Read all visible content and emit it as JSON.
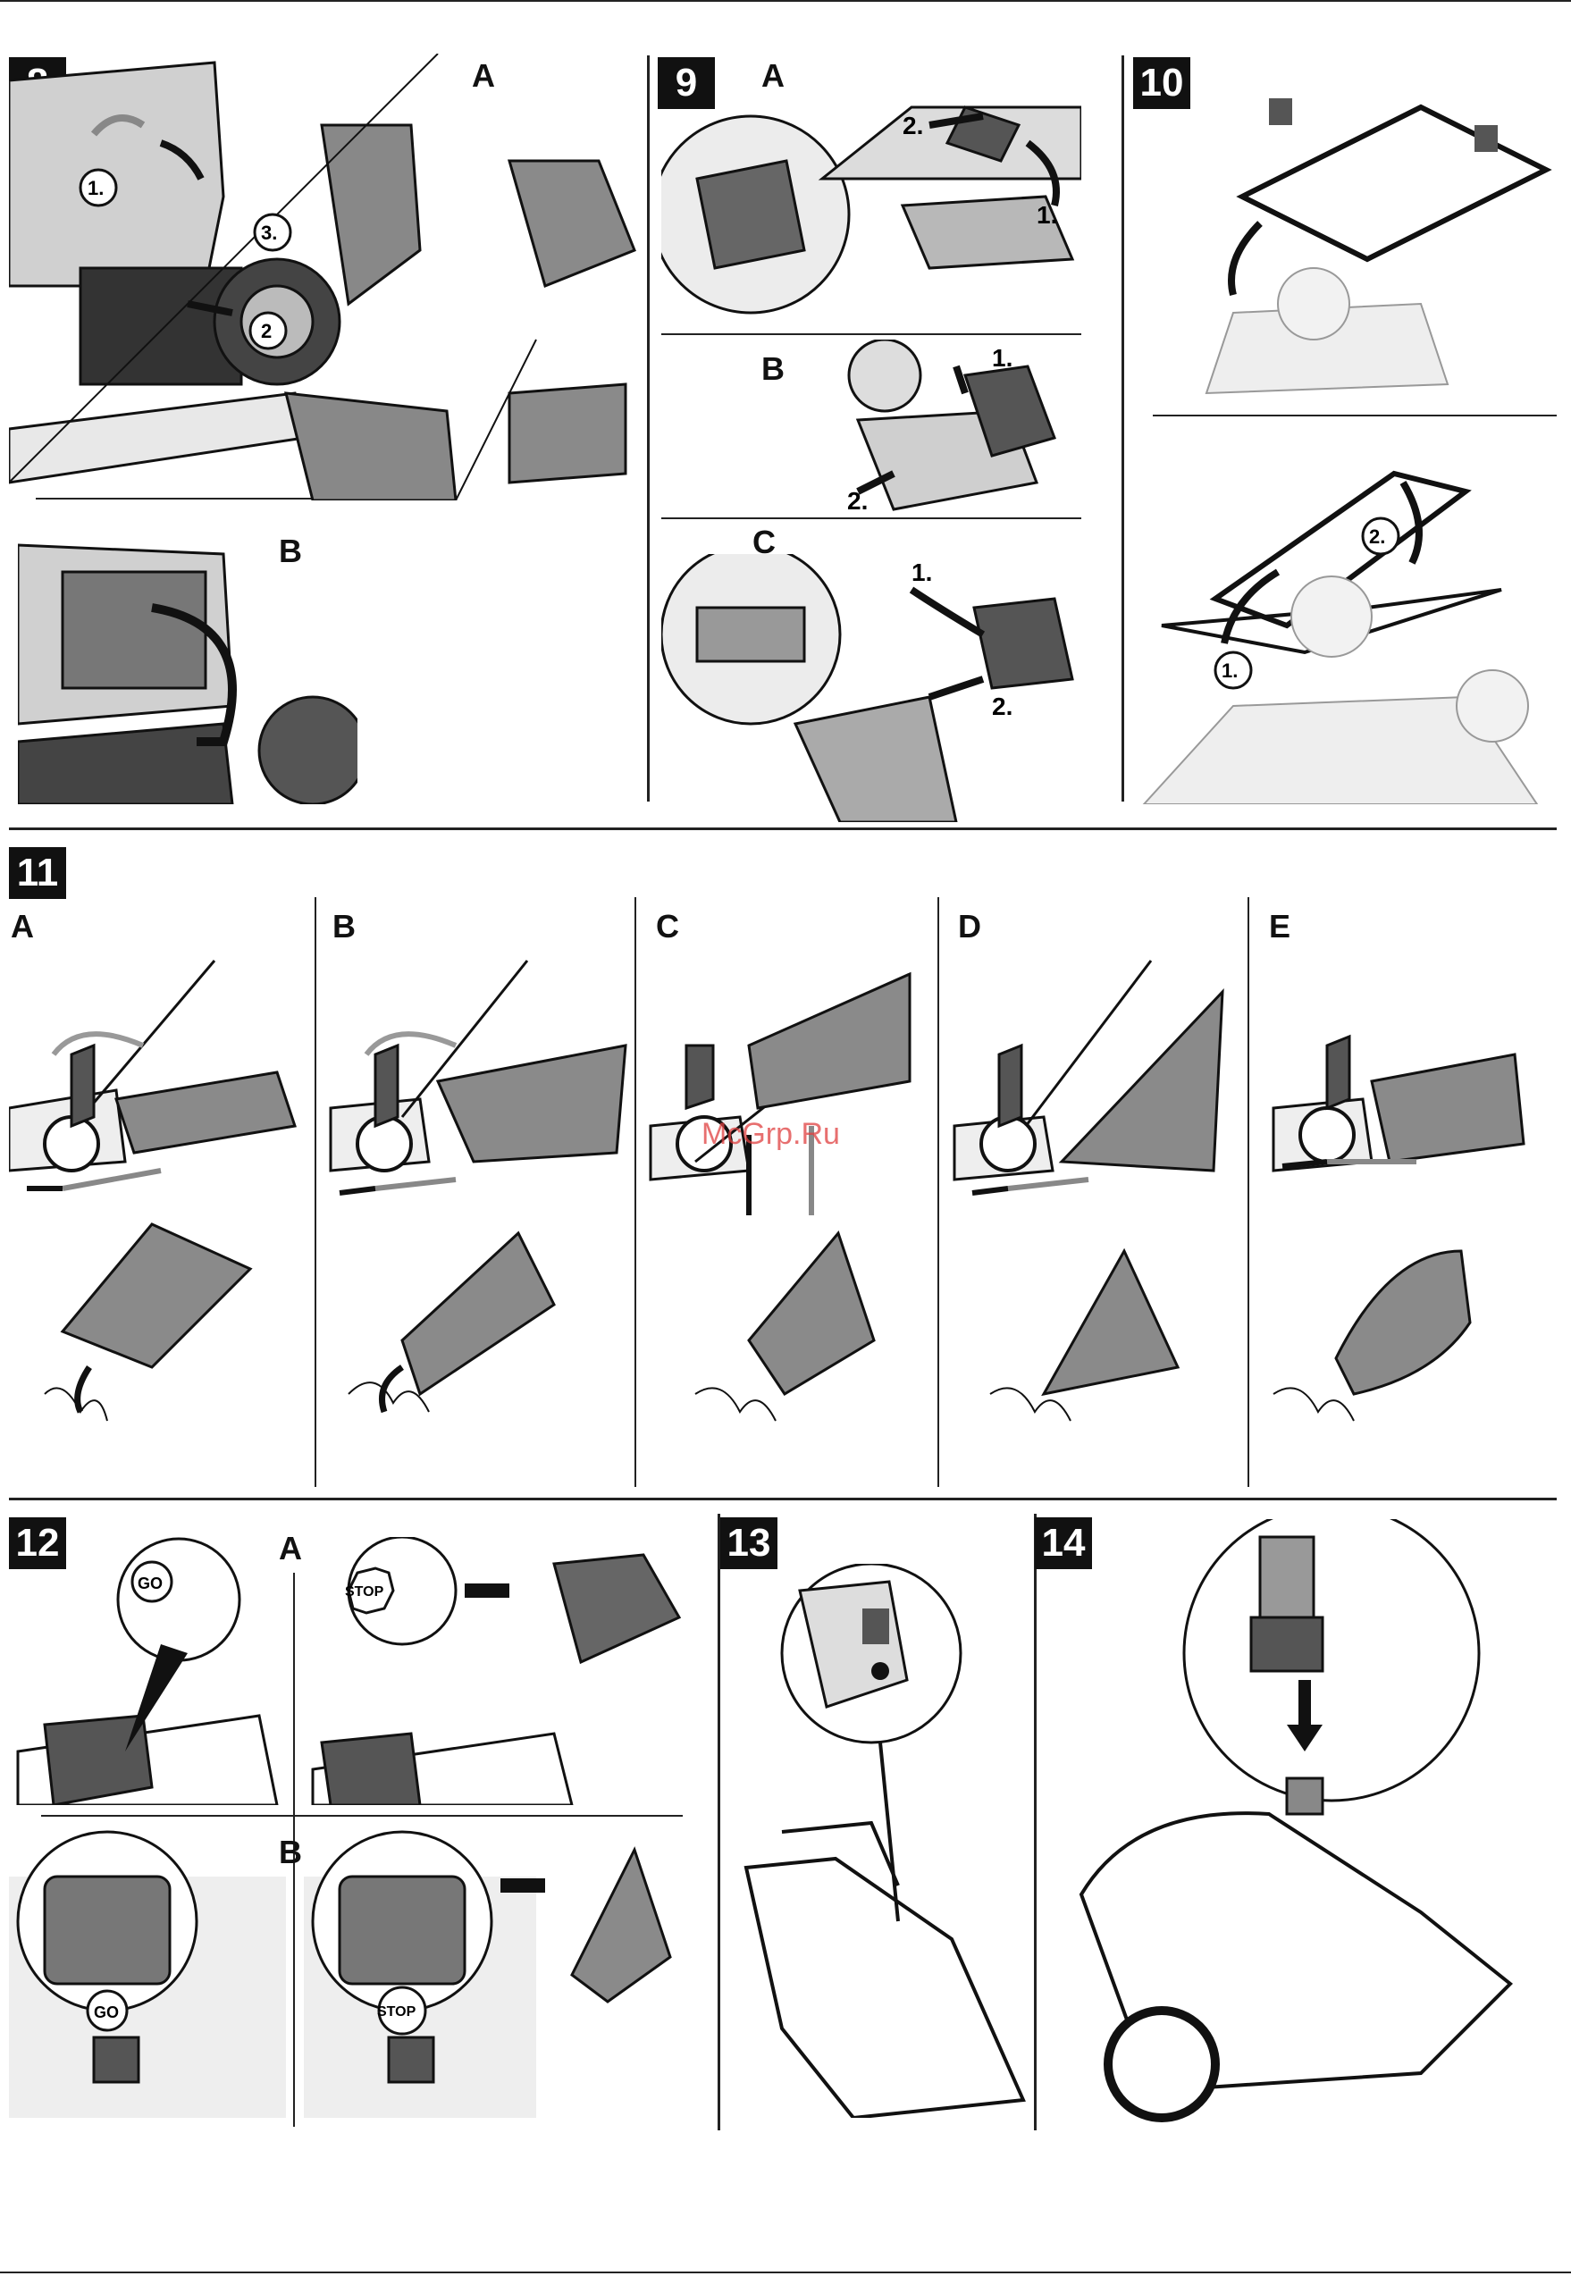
{
  "figures": {
    "f8": {
      "number": "8",
      "label_a": "A",
      "label_b": "B",
      "steps": [
        "1.",
        "2",
        "3."
      ]
    },
    "f9": {
      "number": "9",
      "label_a": "A",
      "label_b": "B",
      "label_c": "C",
      "a_steps": [
        "2.",
        "1."
      ],
      "b_steps": [
        "1.",
        "2."
      ],
      "c_steps": [
        "1.",
        "2."
      ]
    },
    "f10": {
      "number": "10",
      "steps": [
        "2.",
        "1."
      ]
    },
    "f11": {
      "number": "11",
      "panels": [
        "A",
        "B",
        "C",
        "D",
        "E"
      ]
    },
    "f12": {
      "number": "12",
      "label_a": "A",
      "label_b": "B",
      "go": "GO",
      "stop": "STOP"
    },
    "f13": {
      "number": "13"
    },
    "f14": {
      "number": "14"
    }
  },
  "watermark": "McGrp.Ru",
  "colors": {
    "ink": "#111111",
    "dark_grey": "#4a4a4a",
    "mid_grey": "#8c8c8c",
    "light_grey": "#d4d4d4"
  }
}
